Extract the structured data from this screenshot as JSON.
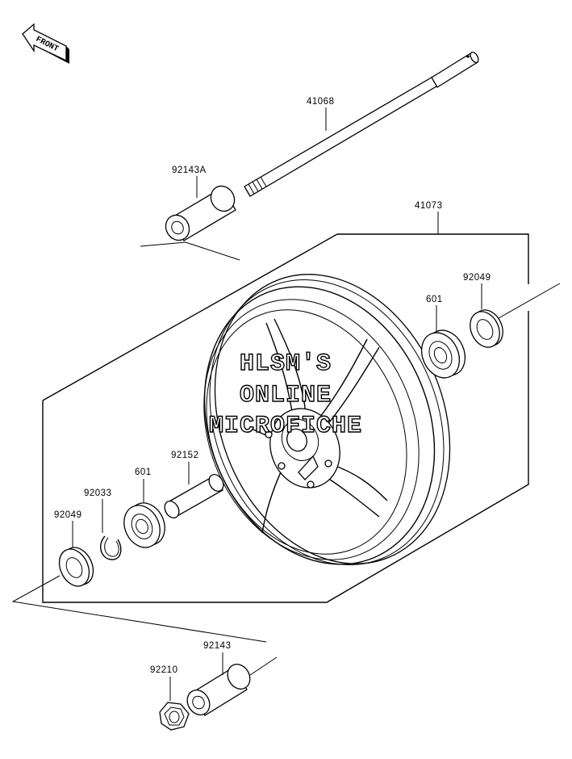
{
  "front_arrow": {
    "label": "FRONT"
  },
  "watermark": {
    "line1": "HLSM'S",
    "line2": "ONLINE",
    "line3": "MICROFICHE"
  },
  "parts": {
    "axle": "41068",
    "collar_right": "92143A",
    "wheel_assy": "41073",
    "oil_seal_right": "92049",
    "bearing_right": "601",
    "spacer": "92152",
    "bearing_left": "601",
    "circlip": "92033",
    "oil_seal_left": "92049",
    "collar_left": "92143",
    "axle_nut": "92210"
  }
}
